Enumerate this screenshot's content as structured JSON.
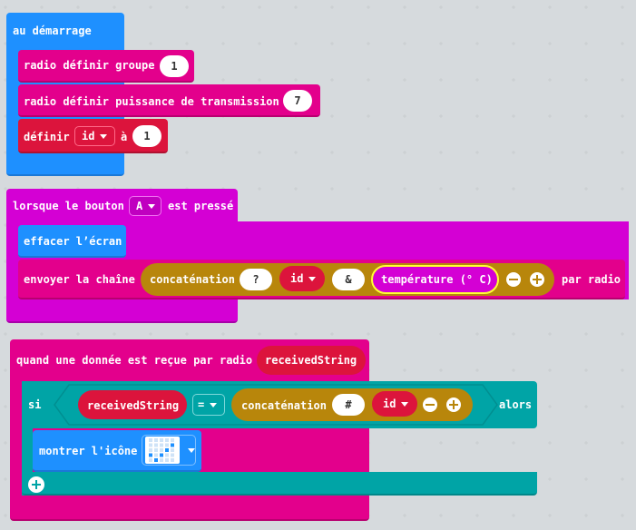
{
  "colors": {
    "basic": "#1e90ff",
    "radio": "#e3008c",
    "variables": "#dc143c",
    "text": "#b8860b",
    "logic": "#00a4a6",
    "input": "#d400d4",
    "highlight": "#ffff33"
  },
  "block_on_start": {
    "header": "au démarrage",
    "set_group": {
      "label": "radio définir groupe",
      "value": "1"
    },
    "set_power": {
      "label": "radio définir puissance de transmission",
      "value": "7"
    },
    "set_var": {
      "label": "définir",
      "var": "id",
      "to": "à",
      "value": "1"
    }
  },
  "block_button": {
    "header_prefix": "lorsque le bouton",
    "button": "A",
    "header_suffix": "est pressé",
    "clear": "effacer l’écran",
    "send_label": "envoyer la chaîne",
    "concat_label": "concaténation",
    "str1": "?",
    "var": "id",
    "str2": "&",
    "temperature": "température (° C)",
    "send_suffix": "par radio"
  },
  "block_received": {
    "header": "quand une donnée est reçue par radio",
    "param": "receivedString",
    "if_label": "si",
    "lhs": "receivedString",
    "op": "=",
    "concat_label": "concaténation",
    "str1": "#",
    "var": "id",
    "then_label": "alors",
    "show_icon": "montrer l'icône"
  }
}
